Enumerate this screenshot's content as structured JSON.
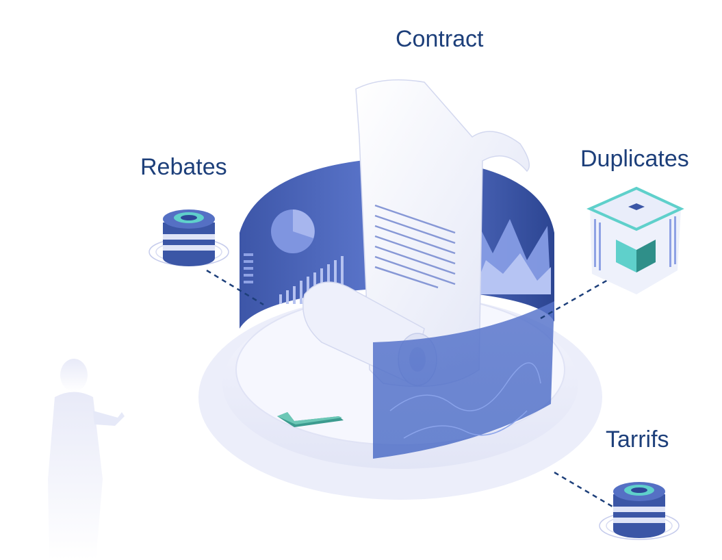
{
  "labels": {
    "contract": "Contract",
    "rebates": "Rebates",
    "duplicates": "Duplicates",
    "tariffs": "Tarrifs"
  },
  "icons": {
    "contract": "scroll-document-icon",
    "rebates": "coin-stack-icon",
    "duplicates": "cube-server-icon",
    "tariffs": "coin-stack-icon",
    "approval": "checkmark-icon",
    "person": "person-silhouette-icon"
  },
  "colors": {
    "label": "#1d3f7a",
    "panel": "#4a64b8",
    "panel_dark": "#2e4694",
    "accent_teal": "#4fc3c0",
    "platform": "#eef0fb"
  }
}
